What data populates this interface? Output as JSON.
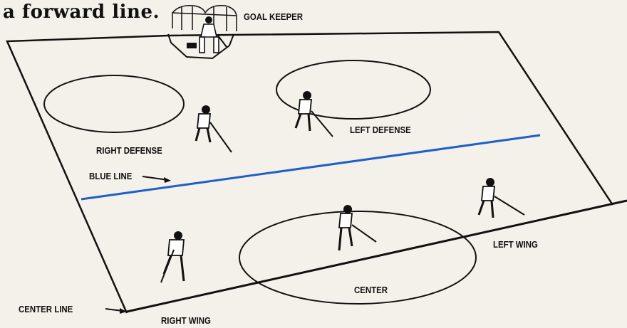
{
  "heading": "a forward line.",
  "labels": {
    "goal_keeper": "GOAL KEEPER",
    "right_defense": "RIGHT DEFENSE",
    "left_defense": "LEFT DEFENSE",
    "blue_line": "BLUE LINE",
    "left_wing": "LEFT WING",
    "center": "CENTER",
    "center_line": "CENTER LINE",
    "right_wing": "RIGHT WING"
  },
  "colors": {
    "paper": "#f4f1ea",
    "ink": "#111111",
    "blue_line": "#1f5fc8"
  }
}
